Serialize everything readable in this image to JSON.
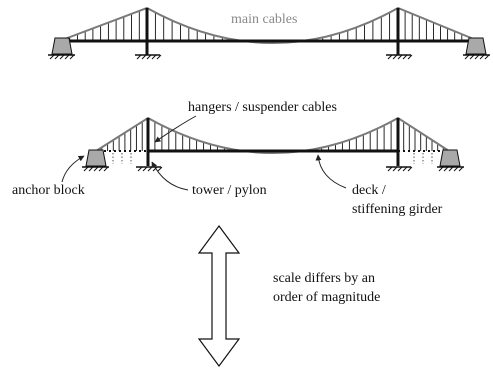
{
  "diagram": {
    "labels": {
      "main_cables": "main cables",
      "hangers": "hangers / suspender cables",
      "anchor_block": "anchor block",
      "tower": "tower / pylon",
      "deck_line1": "deck /",
      "deck_line2": "stiffening girder",
      "scale_line1": "scale differs by an",
      "scale_line2": "order of magnitude"
    },
    "colors": {
      "cable": "#7a7a7a",
      "structure": "#111111",
      "anchor_fill": "#a9a9a9",
      "muted_text": "#8a8a8a"
    }
  }
}
